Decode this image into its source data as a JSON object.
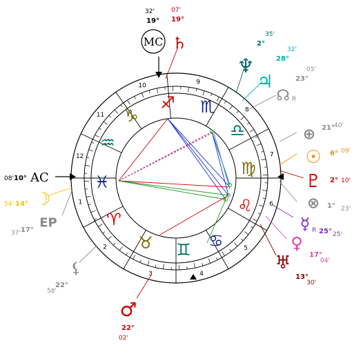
{
  "houses": {
    "numbers": [
      "1",
      "2",
      "3",
      "4",
      "5",
      "6",
      "7",
      "8",
      "9",
      "10",
      "11",
      "12"
    ],
    "color": "#000000"
  },
  "signs": [
    {
      "name": "aries",
      "glyph": "♈",
      "color": "#cc0000"
    },
    {
      "name": "taurus",
      "glyph": "♉",
      "color": "#7a6a00"
    },
    {
      "name": "gemini",
      "glyph": "♊",
      "color": "#007060"
    },
    {
      "name": "cancer",
      "glyph": "♋",
      "color": "#1a237e"
    },
    {
      "name": "leo",
      "glyph": "♌",
      "color": "#cc0000"
    },
    {
      "name": "virgo",
      "glyph": "♍",
      "color": "#7a6a00"
    },
    {
      "name": "libra",
      "glyph": "♎",
      "color": "#007060"
    },
    {
      "name": "scorpio",
      "glyph": "♏",
      "color": "#1a237e"
    },
    {
      "name": "sagittarius",
      "glyph": "♐",
      "color": "#cc0000"
    },
    {
      "name": "capricorn",
      "glyph": "♑",
      "color": "#7a6a00"
    },
    {
      "name": "aquarius",
      "glyph": "♒",
      "color": "#007060"
    },
    {
      "name": "pisces",
      "glyph": "♓",
      "color": "#1a237e"
    }
  ],
  "angles": {
    "mc": {
      "label": "MC",
      "deg": "19°",
      "min": "32'"
    },
    "ac": {
      "label": "AC",
      "deg": "10°",
      "min": "08'"
    }
  },
  "planets": [
    {
      "name": "saturn",
      "glyph": "♄",
      "deg": "19°",
      "min": "07'",
      "color": "#cc0000",
      "retro": ""
    },
    {
      "name": "neptune",
      "glyph": "♆",
      "deg": "2°",
      "min": "35'",
      "color": "#006b6b",
      "retro": ""
    },
    {
      "name": "jupiter",
      "glyph": "♃",
      "deg": "28°",
      "min": "32'",
      "color": "#00b0b0",
      "retro": ""
    },
    {
      "name": "node",
      "glyph": "☊",
      "deg": "23°",
      "min": "05'",
      "color": "#8a8a8a",
      "retro": "R"
    },
    {
      "name": "fortune",
      "glyph": "⊕",
      "deg": "21°",
      "min": "40'",
      "color": "#8a8a8a",
      "retro": ""
    },
    {
      "name": "sun",
      "glyph": "☉",
      "deg": "6°",
      "min": "09'",
      "color": "#f09000",
      "retro": ""
    },
    {
      "name": "pluto",
      "glyph": "♇",
      "deg": "2°",
      "min": "10'",
      "color": "#cc0000",
      "retro": ""
    },
    {
      "name": "vertex",
      "glyph": "⊗",
      "deg": "1°",
      "min": "23'",
      "color": "#8a8a8a",
      "retro": ""
    },
    {
      "name": "mercury",
      "glyph": "☿",
      "deg": "25°",
      "min": "25'",
      "color": "#7b2fbf",
      "retro": "R"
    },
    {
      "name": "venus",
      "glyph": "♀",
      "deg": "17°",
      "min": "04'",
      "color": "#e040a0",
      "retro": ""
    },
    {
      "name": "uranus",
      "glyph": "♅",
      "deg": "13°",
      "min": "30'",
      "color": "#8b0000",
      "retro": ""
    },
    {
      "name": "mars",
      "glyph": "♂",
      "deg": "22°",
      "min": "02'",
      "color": "#cc0000",
      "retro": ""
    },
    {
      "name": "lilith",
      "glyph": "⚸",
      "deg": "22°",
      "min": "58'",
      "color": "#8a8a8a",
      "retro": ""
    },
    {
      "name": "moon",
      "glyph": "☽",
      "deg": "14°",
      "min": "54'",
      "color": "#f0c000",
      "retro": ""
    },
    {
      "name": "east-point",
      "glyph": "EP",
      "deg": "17°",
      "min": "37'",
      "color": "#8a8a8a",
      "retro": ""
    }
  ]
}
